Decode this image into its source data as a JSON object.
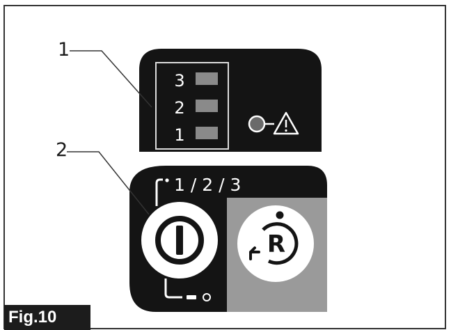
{
  "callouts": {
    "one": "1",
    "two": "2"
  },
  "led_panel": {
    "levels": [
      "3",
      "2",
      "1"
    ],
    "warning_icon": "warning-triangle-icon"
  },
  "button_panel": {
    "mode_label": "1 / 2 / 3",
    "power_button_icon": "power-icon",
    "reset_button_letter": "R",
    "reset_button_icon": "reset-arrow-icon"
  },
  "figure_label": "Fig.10",
  "colors": {
    "panel": "#141414",
    "led_off": "#8a8a8a",
    "reset_area": "#9a9a9a",
    "button_face": "#ffffff"
  }
}
